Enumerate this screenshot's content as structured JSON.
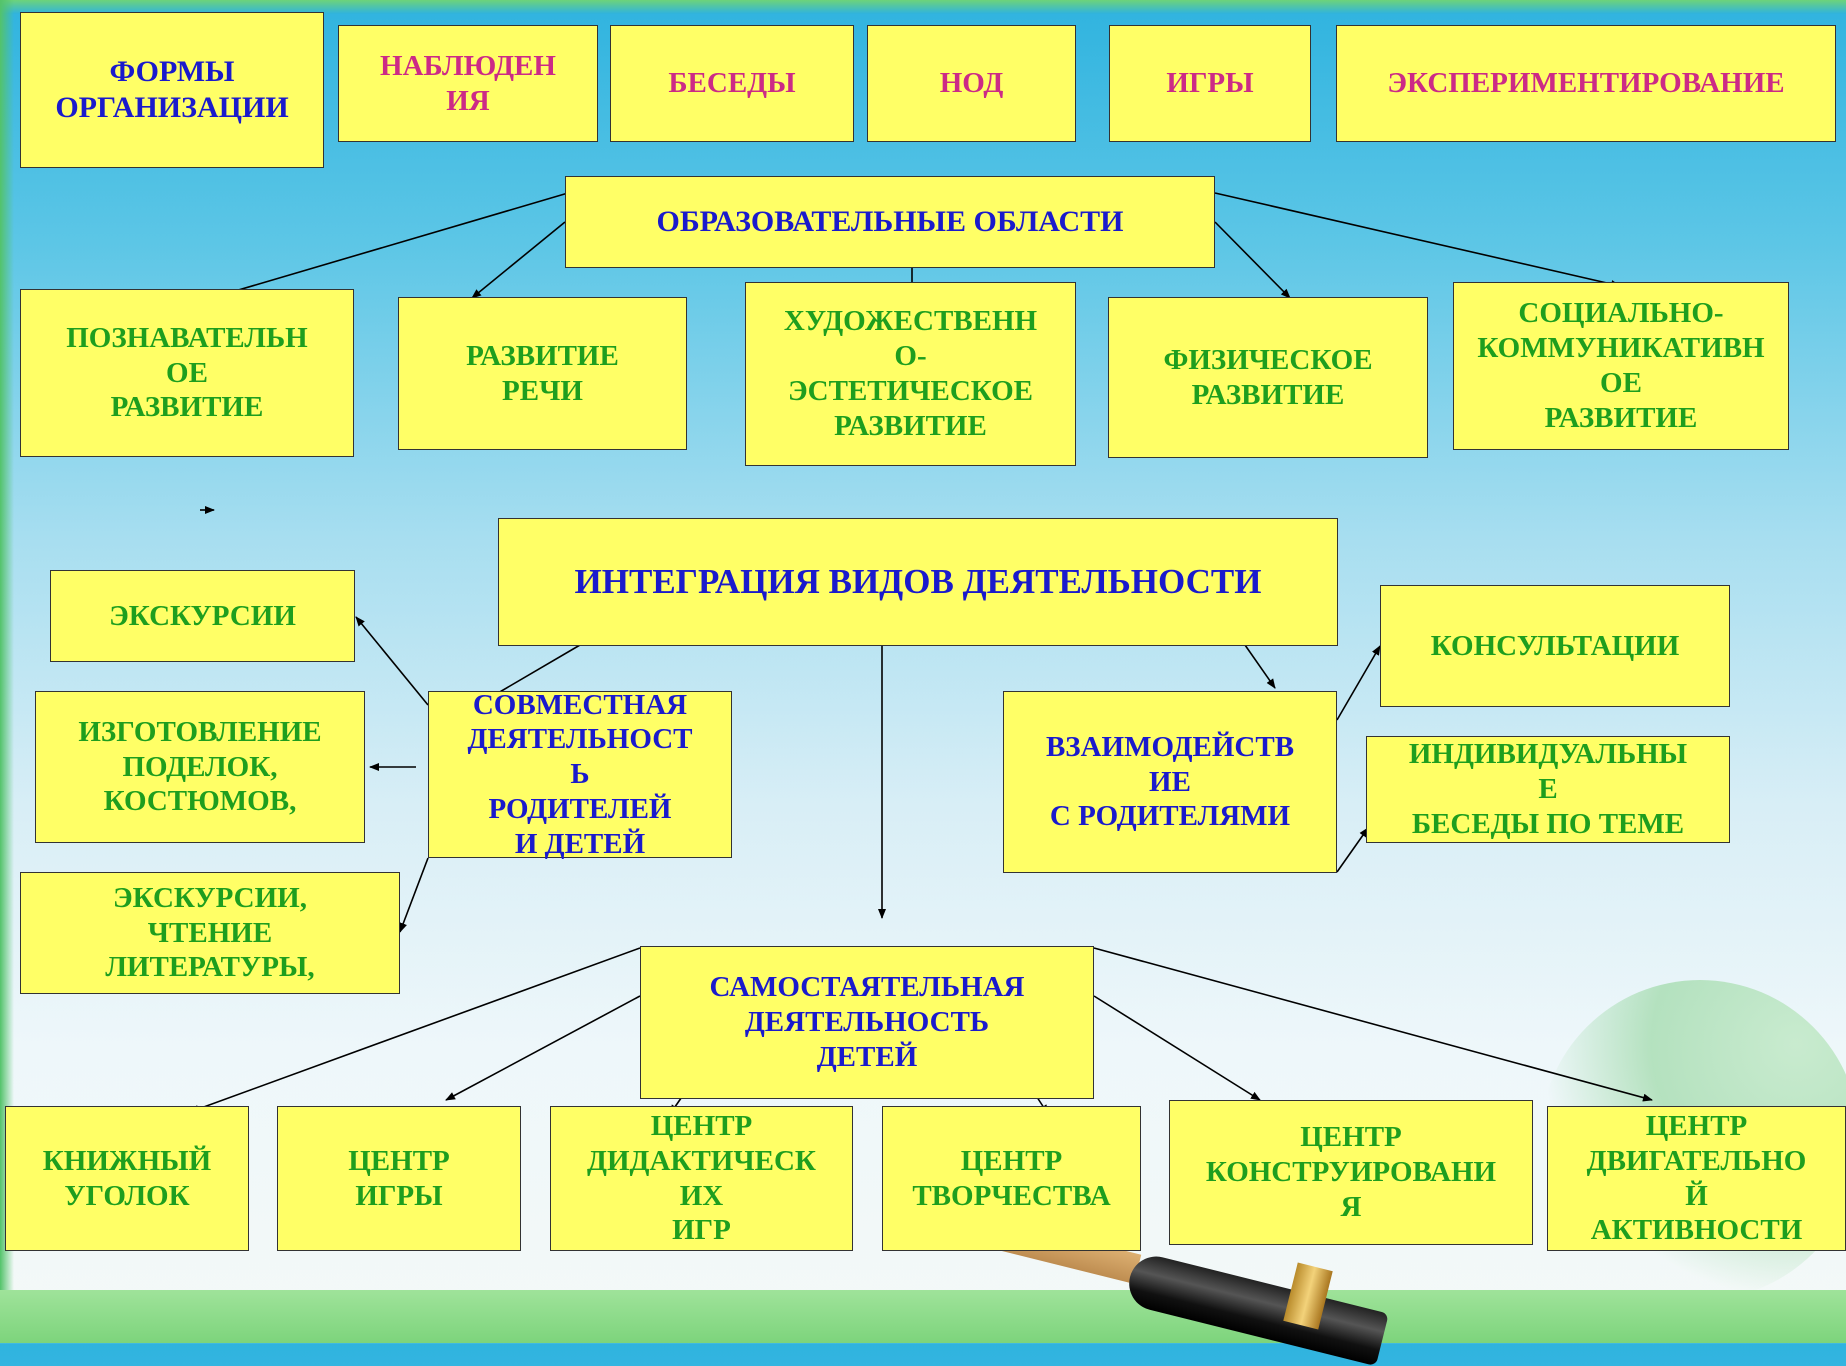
{
  "forms": {
    "title": "ФОРМЫ\nОРГАНИЗАЦИИ",
    "items": [
      "НАБЛЮДЕН\nИЯ",
      "БЕСЕДЫ",
      "НОД",
      "ИГРЫ",
      "ЭКСПЕРИМЕНТИРОВАНИЕ"
    ]
  },
  "edu": {
    "title": "ОБРАЗОВАТЕЛЬНЫЕ ОБЛАСТИ",
    "areas": [
      "ПОЗНАВАТЕЛЬН\nОЕ\nРАЗВИТИЕ",
      "РАЗВИТИЕ\nРЕЧИ",
      "ХУДОЖЕСТВЕНН\nО-\nЭСТЕТИЧЕСКОЕ\nРАЗВИТИЕ",
      "ФИЗИЧЕСКОЕ\nРАЗВИТИЕ",
      "СОЦИАЛЬНО-\nКОММУНИКАТИВН\nОЕ\nРАЗВИТИЕ"
    ]
  },
  "integration": {
    "title": "ИНТЕГРАЦИЯ ВИДОВ ДЕЯТЕЛЬНОСТИ"
  },
  "joint": {
    "title": "СОВМЕСТНАЯ\nДЕЯТЕЛЬНОСТ\nЬ\nРОДИТЕЛЕЙ\nИ ДЕТЕЙ",
    "items": [
      "ЭКСКУРСИИ",
      "ИЗГОТОВЛЕНИЕ\nПОДЕЛОК,\nКОСТЮМОВ,",
      "ЭКСКУРСИИ,\nЧТЕНИЕ\nЛИТЕРАТУРЫ,"
    ]
  },
  "parents": {
    "title": "ВЗАИМОДЕЙСТВ\nИЕ\nС РОДИТЕЛЯМИ",
    "items": [
      "КОНСУЛЬТАЦИИ",
      "ИНДИВИДУАЛЬНЫ\nЕ\nБЕСЕДЫ ПО ТЕМЕ"
    ]
  },
  "independent": {
    "title": "САМОСТАЯТЕЛЬНАЯ\nДЕЯТЕЛЬНОСТЬ\nДЕТЕЙ",
    "centers": [
      "КНИЖНЫЙ\nУГОЛОК",
      "ЦЕНТР\nИГРЫ",
      "ЦЕНТР\nДИДАКТИЧЕСК\nИХ\nИГР",
      "ЦЕНТР\nТВОРЧЕСТВА",
      "ЦЕНТР\nКОНСТРУИРОВАНИ\nЯ",
      "ЦЕНТР\nДВИГАТЕЛЬНО\nЙ\nАКТИВНОСТИ"
    ]
  },
  "colors": {
    "box_fill": "#ffff66",
    "title_blue": "#1a1acc",
    "form_pink": "#cc2a86",
    "item_green": "#1e9e1e"
  }
}
